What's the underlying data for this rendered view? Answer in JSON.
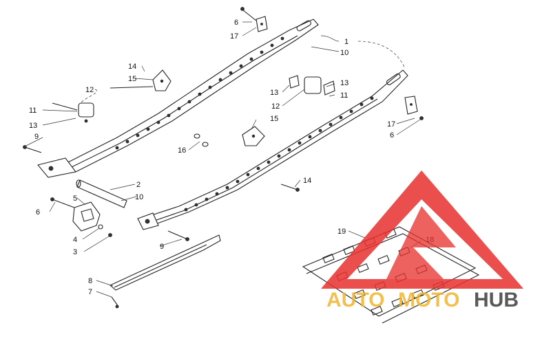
{
  "callouts": [
    {
      "id": "c1",
      "label": "1"
    },
    {
      "id": "c2",
      "label": "2"
    },
    {
      "id": "c3",
      "label": "3"
    },
    {
      "id": "c4",
      "label": "4"
    },
    {
      "id": "c5",
      "label": "5"
    },
    {
      "id": "c6a",
      "label": "6"
    },
    {
      "id": "c6b",
      "label": "6"
    },
    {
      "id": "c6c",
      "label": "6"
    },
    {
      "id": "c7",
      "label": "7"
    },
    {
      "id": "c8",
      "label": "8"
    },
    {
      "id": "c9a",
      "label": "9"
    },
    {
      "id": "c9b",
      "label": "9"
    },
    {
      "id": "c10a",
      "label": "10"
    },
    {
      "id": "c10b",
      "label": "10"
    },
    {
      "id": "c11a",
      "label": "11"
    },
    {
      "id": "c11b",
      "label": "11"
    },
    {
      "id": "c12a",
      "label": "12"
    },
    {
      "id": "c12b",
      "label": "12"
    },
    {
      "id": "c13a",
      "label": "13"
    },
    {
      "id": "c13b",
      "label": "13"
    },
    {
      "id": "c13c",
      "label": "13"
    },
    {
      "id": "c14a",
      "label": "14"
    },
    {
      "id": "c14b",
      "label": "14"
    },
    {
      "id": "c15a",
      "label": "15"
    },
    {
      "id": "c15b",
      "label": "15"
    },
    {
      "id": "c16",
      "label": "16"
    },
    {
      "id": "c17a",
      "label": "17"
    },
    {
      "id": "c17b",
      "label": "17"
    },
    {
      "id": "c18",
      "label": "18"
    },
    {
      "id": "c19",
      "label": "19"
    }
  ],
  "watermark": {
    "part1": "AUTO",
    "part2": "MOTO",
    "part3": "HUB",
    "colors": {
      "triangle": "#e8312f",
      "auto": "#f2b632",
      "moto": "#f2b632",
      "hub": "#3d3d3d"
    }
  }
}
